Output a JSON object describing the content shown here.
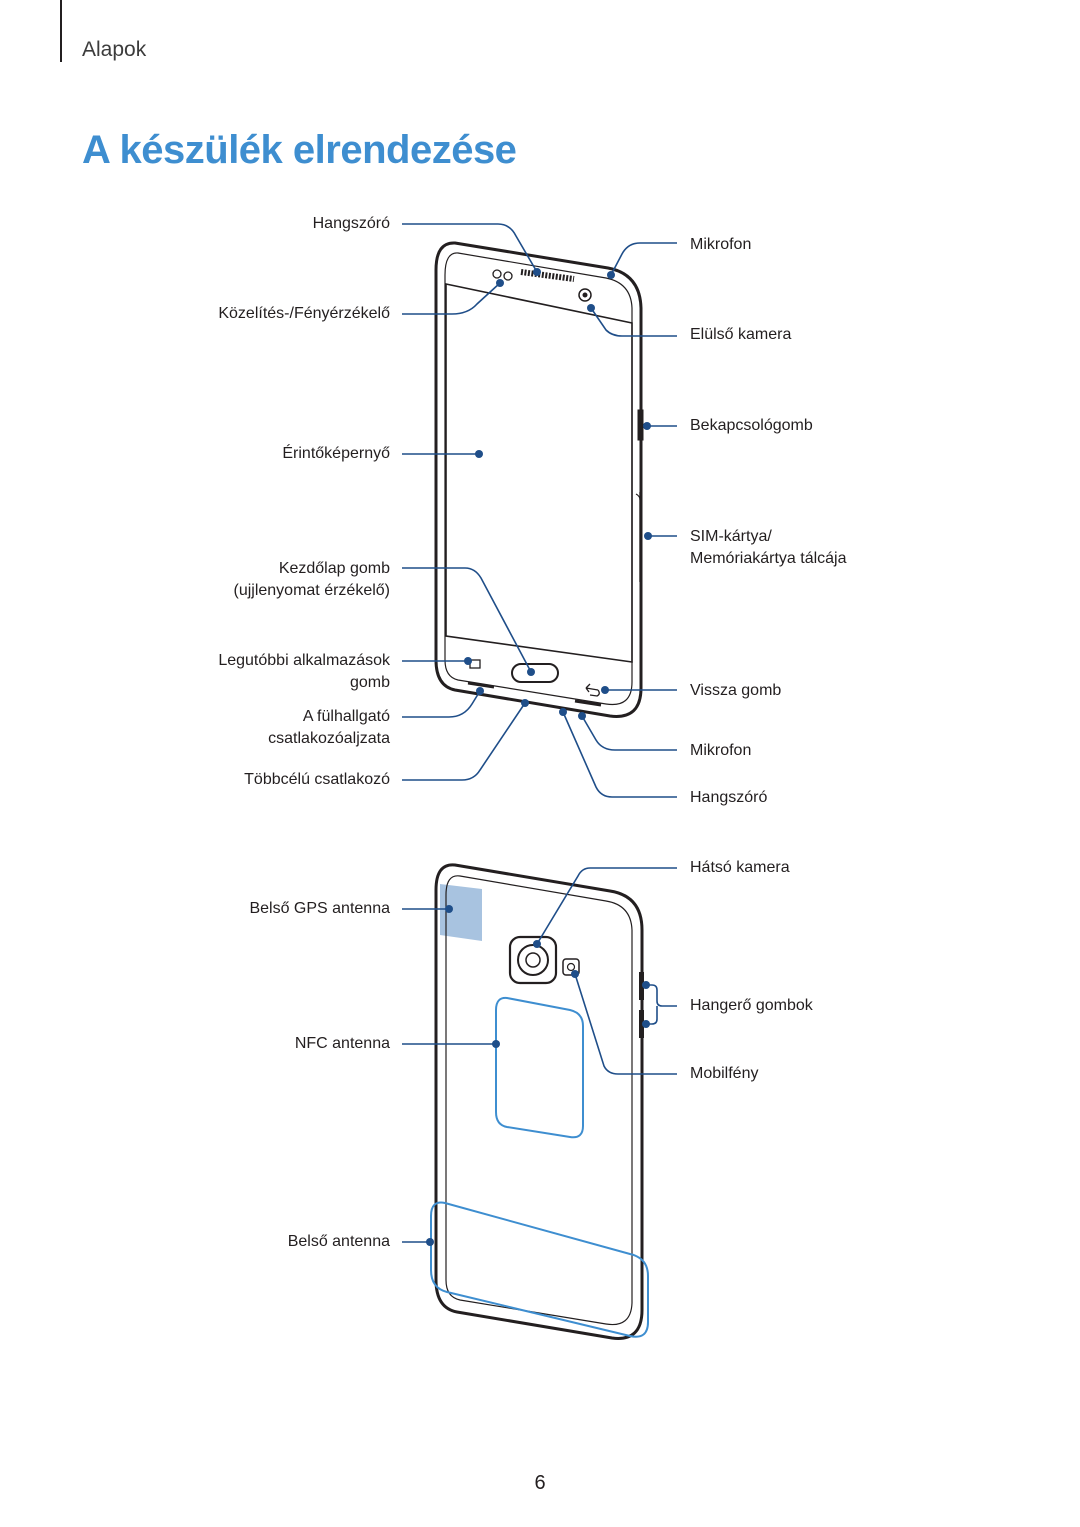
{
  "header": {
    "section": "Alapok"
  },
  "title": "A készülék elrendezése",
  "front_labels": {
    "speaker_top": "Hangszóró",
    "proximity_sensor": "Közelítés-/Fényérzékelő",
    "touchscreen": "Érintőképernyő",
    "home_button_1": "Kezdőlap gomb",
    "home_button_2": "(ujjlenyomat érzékelő)",
    "recent_apps_1": "Legutóbbi alkalmazások",
    "recent_apps_2": "gomb",
    "headset_jack_1": "A fülhallgató",
    "headset_jack_2": "csatlakozóaljzata",
    "multipurpose_jack": "Többcélú csatlakozó",
    "mic_top": "Mikrofon",
    "front_camera": "Elülső kamera",
    "power_key": "Bekapcsológomb",
    "sim_tray_1": "SIM-kártya/",
    "sim_tray_2": "Memóriakártya tálcája",
    "back_button": "Vissza gomb",
    "mic_bottom": "Mikrofon",
    "speaker_bottom": "Hangszóró"
  },
  "back_labels": {
    "gps_antenna": "Belső GPS antenna",
    "nfc_antenna": "NFC antenna",
    "main_antenna": "Belső antenna",
    "rear_camera": "Hátsó kamera",
    "volume_keys": "Hangerő gombok",
    "flash": "Mobilfény"
  },
  "page_number": "6",
  "colors": {
    "accent": "#3e8ed0",
    "callout": "#1f4e89",
    "antenna_fill": "#a8c3e0"
  }
}
